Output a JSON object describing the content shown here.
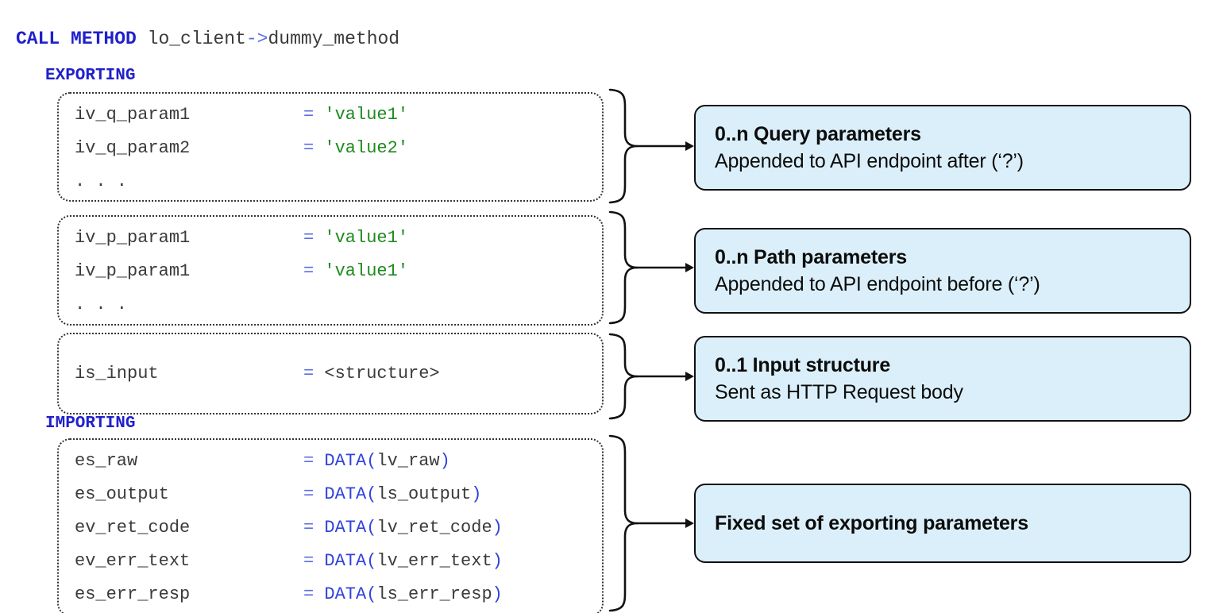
{
  "title_line": {
    "keyword": "CALL METHOD",
    "object": "lo_client",
    "operator": "->",
    "method": "dummy_method"
  },
  "labels": {
    "exporting": "EXPORTING",
    "importing": "IMPORTING"
  },
  "code_boxes": [
    {
      "name": "query-parameters-box",
      "lines": [
        {
          "name": "iv_q_param1",
          "op": "=",
          "parts": [
            {
              "t": "'value1'",
              "c": "str"
            }
          ]
        },
        {
          "name": "iv_q_param2",
          "op": "=",
          "parts": [
            {
              "t": "'value2'",
              "c": "str"
            }
          ]
        },
        {
          "ellipsis": ". . ."
        }
      ]
    },
    {
      "name": "path-parameters-box",
      "lines": [
        {
          "name": "iv_p_param1",
          "op": "=",
          "parts": [
            {
              "t": "'value1'",
              "c": "str"
            }
          ]
        },
        {
          "name": "iv_p_param1",
          "op": "=",
          "parts": [
            {
              "t": "'value1'",
              "c": "str"
            }
          ]
        },
        {
          "ellipsis": ". . ."
        }
      ]
    },
    {
      "name": "input-structure-box",
      "lines": [
        {
          "name": "is_input",
          "op": "=",
          "parts": [
            {
              "t": "<structure>",
              "c": "plain"
            }
          ]
        }
      ]
    },
    {
      "name": "importing-parameters-box",
      "lines": [
        {
          "name": "es_raw",
          "op": "=",
          "parts": [
            {
              "t": "DATA(",
              "c": "kw2"
            },
            {
              "t": "lv_raw",
              "c": "plain"
            },
            {
              "t": ")",
              "c": "kw2"
            }
          ]
        },
        {
          "name": "es_output",
          "op": "=",
          "parts": [
            {
              "t": "DATA(",
              "c": "kw2"
            },
            {
              "t": "ls_output",
              "c": "plain"
            },
            {
              "t": ")",
              "c": "kw2"
            }
          ]
        },
        {
          "name": "ev_ret_code",
          "op": "=",
          "parts": [
            {
              "t": "DATA(",
              "c": "kw2"
            },
            {
              "t": "lv_ret_code",
              "c": "plain"
            },
            {
              "t": ")",
              "c": "kw2"
            }
          ]
        },
        {
          "name": "ev_err_text",
          "op": "=",
          "parts": [
            {
              "t": "DATA(",
              "c": "kw2"
            },
            {
              "t": "lv_err_text",
              "c": "plain"
            },
            {
              "t": ")",
              "c": "kw2"
            }
          ]
        },
        {
          "name": "es_err_resp",
          "op": "=",
          "parts": [
            {
              "t": "DATA(",
              "c": "kw2"
            },
            {
              "t": "ls_err_resp",
              "c": "plain"
            },
            {
              "t": ")",
              "c": "kw2"
            }
          ]
        }
      ]
    }
  ],
  "callouts": [
    {
      "title": "0..n Query parameters",
      "body": "Appended to API endpoint after (‘?’)"
    },
    {
      "title": "0..n Path parameters",
      "body": "Appended to API endpoint before (‘?’)"
    },
    {
      "title": "0..1 Input structure",
      "body": "Sent as HTTP Request body"
    },
    {
      "title": "Fixed set of exporting parameters",
      "body": ""
    }
  ],
  "colors": {
    "keyword_blue": "#2020cc",
    "operator_blue": "#5b6ee1",
    "data_blue": "#3142de",
    "string_green": "#1e8a1e",
    "code_gray": "#3b3b3b",
    "callout_bg": "#dbeffa",
    "callout_border": "#111111"
  }
}
